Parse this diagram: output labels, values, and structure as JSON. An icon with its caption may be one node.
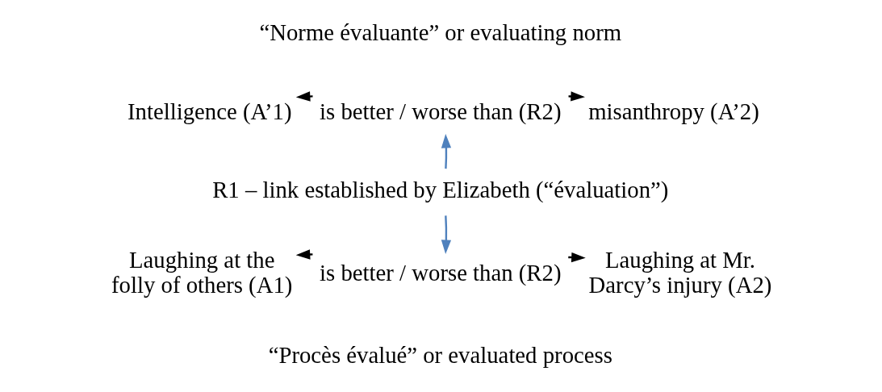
{
  "diagram": {
    "nodes": [
      {
        "text": [
          "Intelligence (A’1)"
        ]
      },
      {
        "text": [
          "is better / worse than (R2)"
        ]
      },
      {
        "text": [
          "misanthropy (A’2)"
        ]
      },
      {
        "text": [
          "R1 – link established by Elizabeth (“évaluation”)"
        ]
      },
      {
        "text": [
          "Laughing at the folly of others (A1)"
        ]
      },
      {
        "text": [
          "is better / worse than (R2)"
        ]
      },
      {
        "text": [
          "Laughing at Mr. Darcy’s injury (A2)"
        ]
      }
    ],
    "edges": [
      {
        "from": 1,
        "to": 0,
        "arrow": "to"
      },
      {
        "from": 1,
        "to": 2,
        "arrow": "to"
      },
      {
        "from": 3,
        "to": 1,
        "arrow": "to",
        "color": "#4f81bd"
      },
      {
        "from": 3,
        "to": 5,
        "arrow": "to",
        "color": "#4f81bd"
      },
      {
        "from": 5,
        "to": 4,
        "arrow": "to"
      },
      {
        "from": 5,
        "to": 6,
        "arrow": "to"
      }
    ],
    "labels": [
      "“Norme évaluante” or evaluating norm",
      "“Procès évalué” or evaluated process"
    ]
  }
}
